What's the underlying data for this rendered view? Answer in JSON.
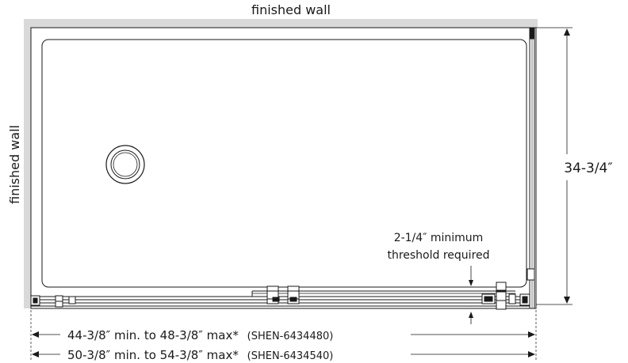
{
  "labels": {
    "top_wall": "finished wall",
    "left_wall": "finished wall",
    "depth": "34-3/4″",
    "threshold_line1": "2-1/4″ minimum",
    "threshold_line2": "threshold required",
    "width_small_range": "44-3/8″ min. to 48-3/8″ max*",
    "width_small_model": "(SHEN-6434480)",
    "width_large_range": "50-3/8″ min. to 54-3/8″ max*",
    "width_large_model": "(SHEN-6434540)"
  },
  "colors": {
    "wall": "#d9d9d9",
    "outline": "#1a1a1a",
    "dashed_edge": "#c8102e"
  }
}
